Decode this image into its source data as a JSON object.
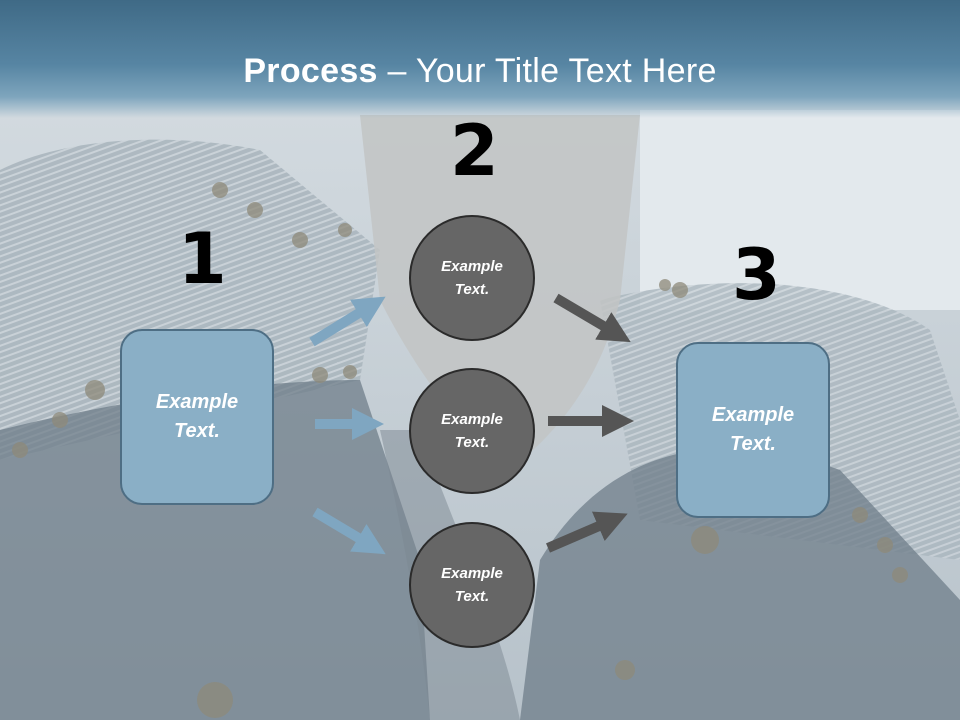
{
  "title": {
    "bold": "Process",
    "rest": " – Your Title Text Here"
  },
  "steps": [
    {
      "number": "1",
      "label_line1": "Example",
      "label_line2": "Text."
    },
    {
      "number": "2"
    },
    {
      "number": "3",
      "label_line1": "Example",
      "label_line2": "Text."
    }
  ],
  "circles": [
    {
      "line1": "Example",
      "line2": "Text."
    },
    {
      "line1": "Example",
      "line2": "Text."
    },
    {
      "line1": "Example",
      "line2": "Text."
    }
  ],
  "colors": {
    "header": "#4f7c9b",
    "box_fill": "#8aafc6",
    "circle_fill": "#666666",
    "arrow_blue": "#7fa6c1",
    "arrow_dark": "#555555"
  }
}
